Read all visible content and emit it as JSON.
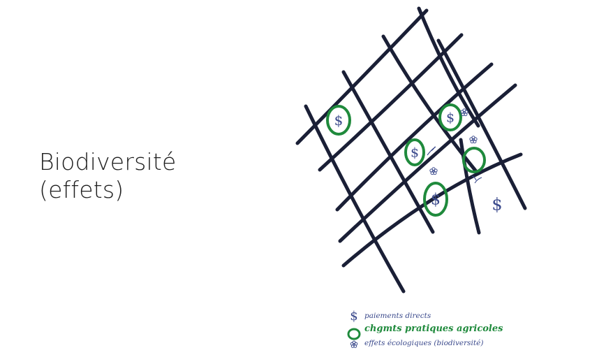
{
  "slide": {
    "title_line1": "Biodiversité",
    "title_line2": "(effets)"
  },
  "colors": {
    "grid": "#1a1f36",
    "practice": "#1f8a3c",
    "pen": "#3b4a8c"
  },
  "legend": {
    "payments": {
      "symbol": "$",
      "label": "paiements directs"
    },
    "practices": {
      "icon": "green-circle",
      "label": "chgmts pratiques agricoles"
    },
    "effects": {
      "icon": "flower",
      "label": "effets écologiques (biodiversité)"
    }
  }
}
